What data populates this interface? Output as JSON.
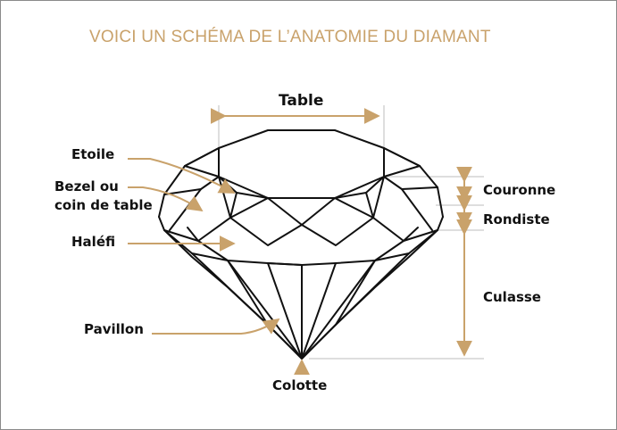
{
  "title": "VOICI UN SCHÉMA DE L’ANATOMIE DU DIAMANT",
  "colors": {
    "accent": "#c9a26b",
    "text": "#111111",
    "outline": "#111111",
    "guide": "#bdbdbd"
  },
  "labels": {
    "table": "Table",
    "etoile": "Etoile",
    "bezel_line1": "Bezel ou",
    "bezel_line2": "coin de table",
    "halefi": "Haléfi",
    "pavillon": "Pavillon",
    "couronne": "Couronne",
    "rondiste": "Rondiste",
    "culasse": "Culasse",
    "colotte": "Colotte"
  }
}
